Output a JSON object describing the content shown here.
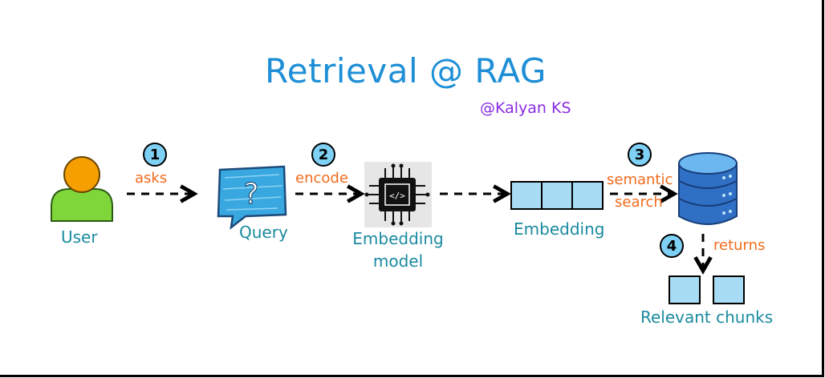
{
  "title": "Retrieval @ RAG",
  "credit": "@Kalyan KS",
  "nodes": {
    "user": "User",
    "query": "Query",
    "embedding_model_line1": "Embedding",
    "embedding_model_line2": "model",
    "embedding": "Embedding",
    "relevant_chunks": "Relevant chunks"
  },
  "steps": [
    {
      "number": "1",
      "label": "asks"
    },
    {
      "number": "2",
      "label": "encode"
    },
    {
      "number": "3",
      "label_line1": "semantic",
      "label_line2": "search"
    },
    {
      "number": "4",
      "label": "returns"
    }
  ],
  "colors": {
    "title": "#1e8fd6",
    "credit": "#8a2be2",
    "node_label": "#1a8aa0",
    "step_label": "#f26b1d",
    "badge": "#7fd0f5"
  }
}
